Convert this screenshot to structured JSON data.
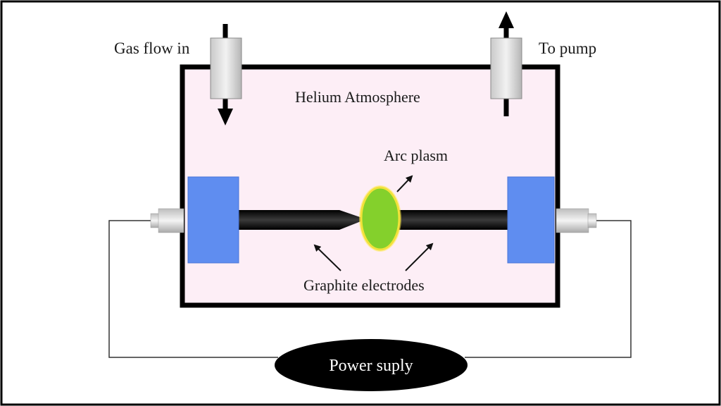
{
  "labels": {
    "gas_in": "Gas flow in",
    "to_pump": "To pump",
    "atmosphere": "Helium Atmosphere",
    "arc": "Arc plasm",
    "electrodes": "Graphite electrodes",
    "power": "Power suply"
  },
  "colors": {
    "chamber_fill": "#fdeef6",
    "electrode_holder": "#5f8df0",
    "plasma": "#84d02c",
    "plasma_glow": "#ffe94a",
    "power_supply": "#000000"
  }
}
